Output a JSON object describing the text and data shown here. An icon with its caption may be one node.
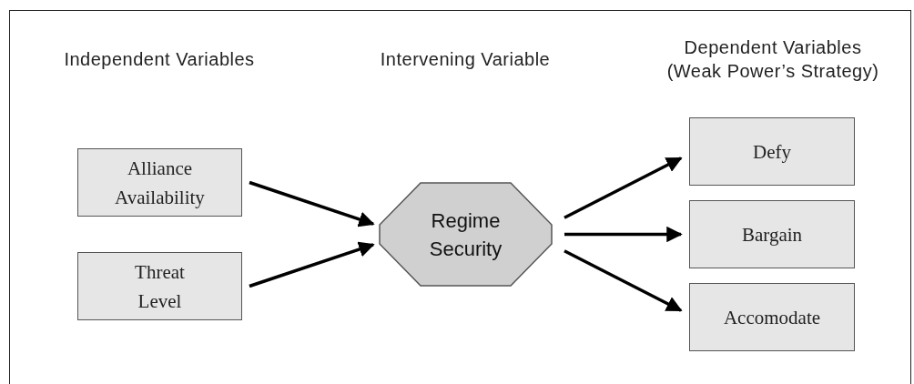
{
  "diagram": {
    "nodes": [
      {
        "text": [
          "Alliance Availability"
        ]
      },
      {
        "text": [
          "Threat Level"
        ]
      },
      {
        "text": [
          "Regime Security"
        ]
      },
      {
        "text": [
          "Defy"
        ]
      },
      {
        "text": [
          "Bargain"
        ]
      },
      {
        "text": [
          "Accomodate"
        ]
      }
    ],
    "edges": [
      {
        "from": 0,
        "to": 2,
        "arrow": "to"
      },
      {
        "from": 1,
        "to": 2,
        "arrow": "to"
      },
      {
        "from": 2,
        "to": 3,
        "arrow": "to"
      },
      {
        "from": 2,
        "to": 4,
        "arrow": "to"
      },
      {
        "from": 2,
        "to": 5,
        "arrow": "to"
      }
    ],
    "labels": [
      "Independent Variables",
      "Intervening Variable",
      "Dependent Variables",
      "(Weak Power’s Strategy)"
    ]
  }
}
